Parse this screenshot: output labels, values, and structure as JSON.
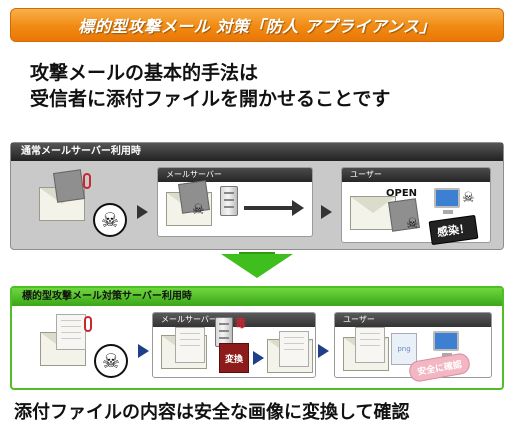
{
  "banner": {
    "title": "標的型攻撃メール 対策「防人 アプライアンス」"
  },
  "headline": {
    "line1": "攻撃メールの基本的手法は",
    "line2": "受信者に添付ファイルを開かせることです"
  },
  "panel_normal": {
    "title": "通常メールサーバー利用時",
    "mail_server_label": "メールサーバー",
    "user_label": "ユーザー",
    "open_label": "OPEN",
    "alert_label": "感染！"
  },
  "panel_protected": {
    "title": "標的型攻撃メール対策サーバー利用時",
    "mail_server_label": "メールサーバー",
    "convert_label": "変換",
    "user_label": "ユーザー",
    "safe_label": "安全に確認",
    "poison_mark": "毒",
    "png_label": "png"
  },
  "footer": {
    "text": "添付ファイルの内容は安全な画像に変換して確認"
  },
  "colors": {
    "banner": "#f08a12",
    "accent_green": "#3fbf1d",
    "alert": "#222222",
    "convert": "#8e1b1b"
  },
  "icons": [
    "skull-icon",
    "server-icon",
    "monitor-icon",
    "envelope-icon",
    "paperclip-icon",
    "arrow-icon"
  ]
}
